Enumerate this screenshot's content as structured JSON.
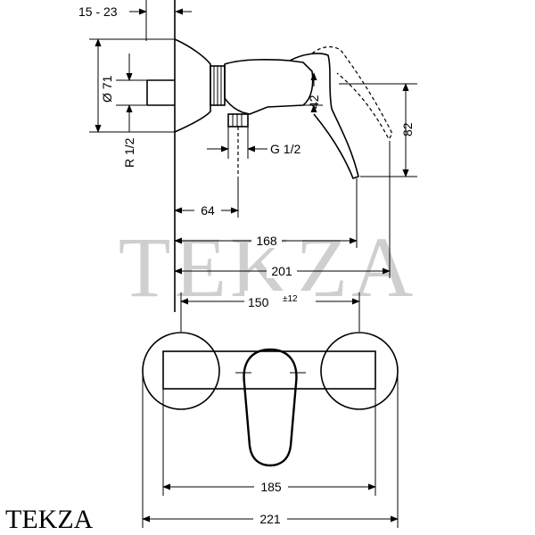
{
  "watermark": "TEKZA",
  "brand_corner": "TEKZA",
  "side_view": {
    "dim_top": "15 - 23",
    "dim_diameter": "Ø 71",
    "dim_r": "R 1/2",
    "dim_g": "G 1/2",
    "dim_42": "42",
    "dim_82": "82",
    "dim_64": "64",
    "dim_168": "168",
    "dim_201": "201"
  },
  "front_view": {
    "dim_150": "150",
    "dim_150_tol": "±12",
    "dim_185": "185",
    "dim_221": "221"
  }
}
